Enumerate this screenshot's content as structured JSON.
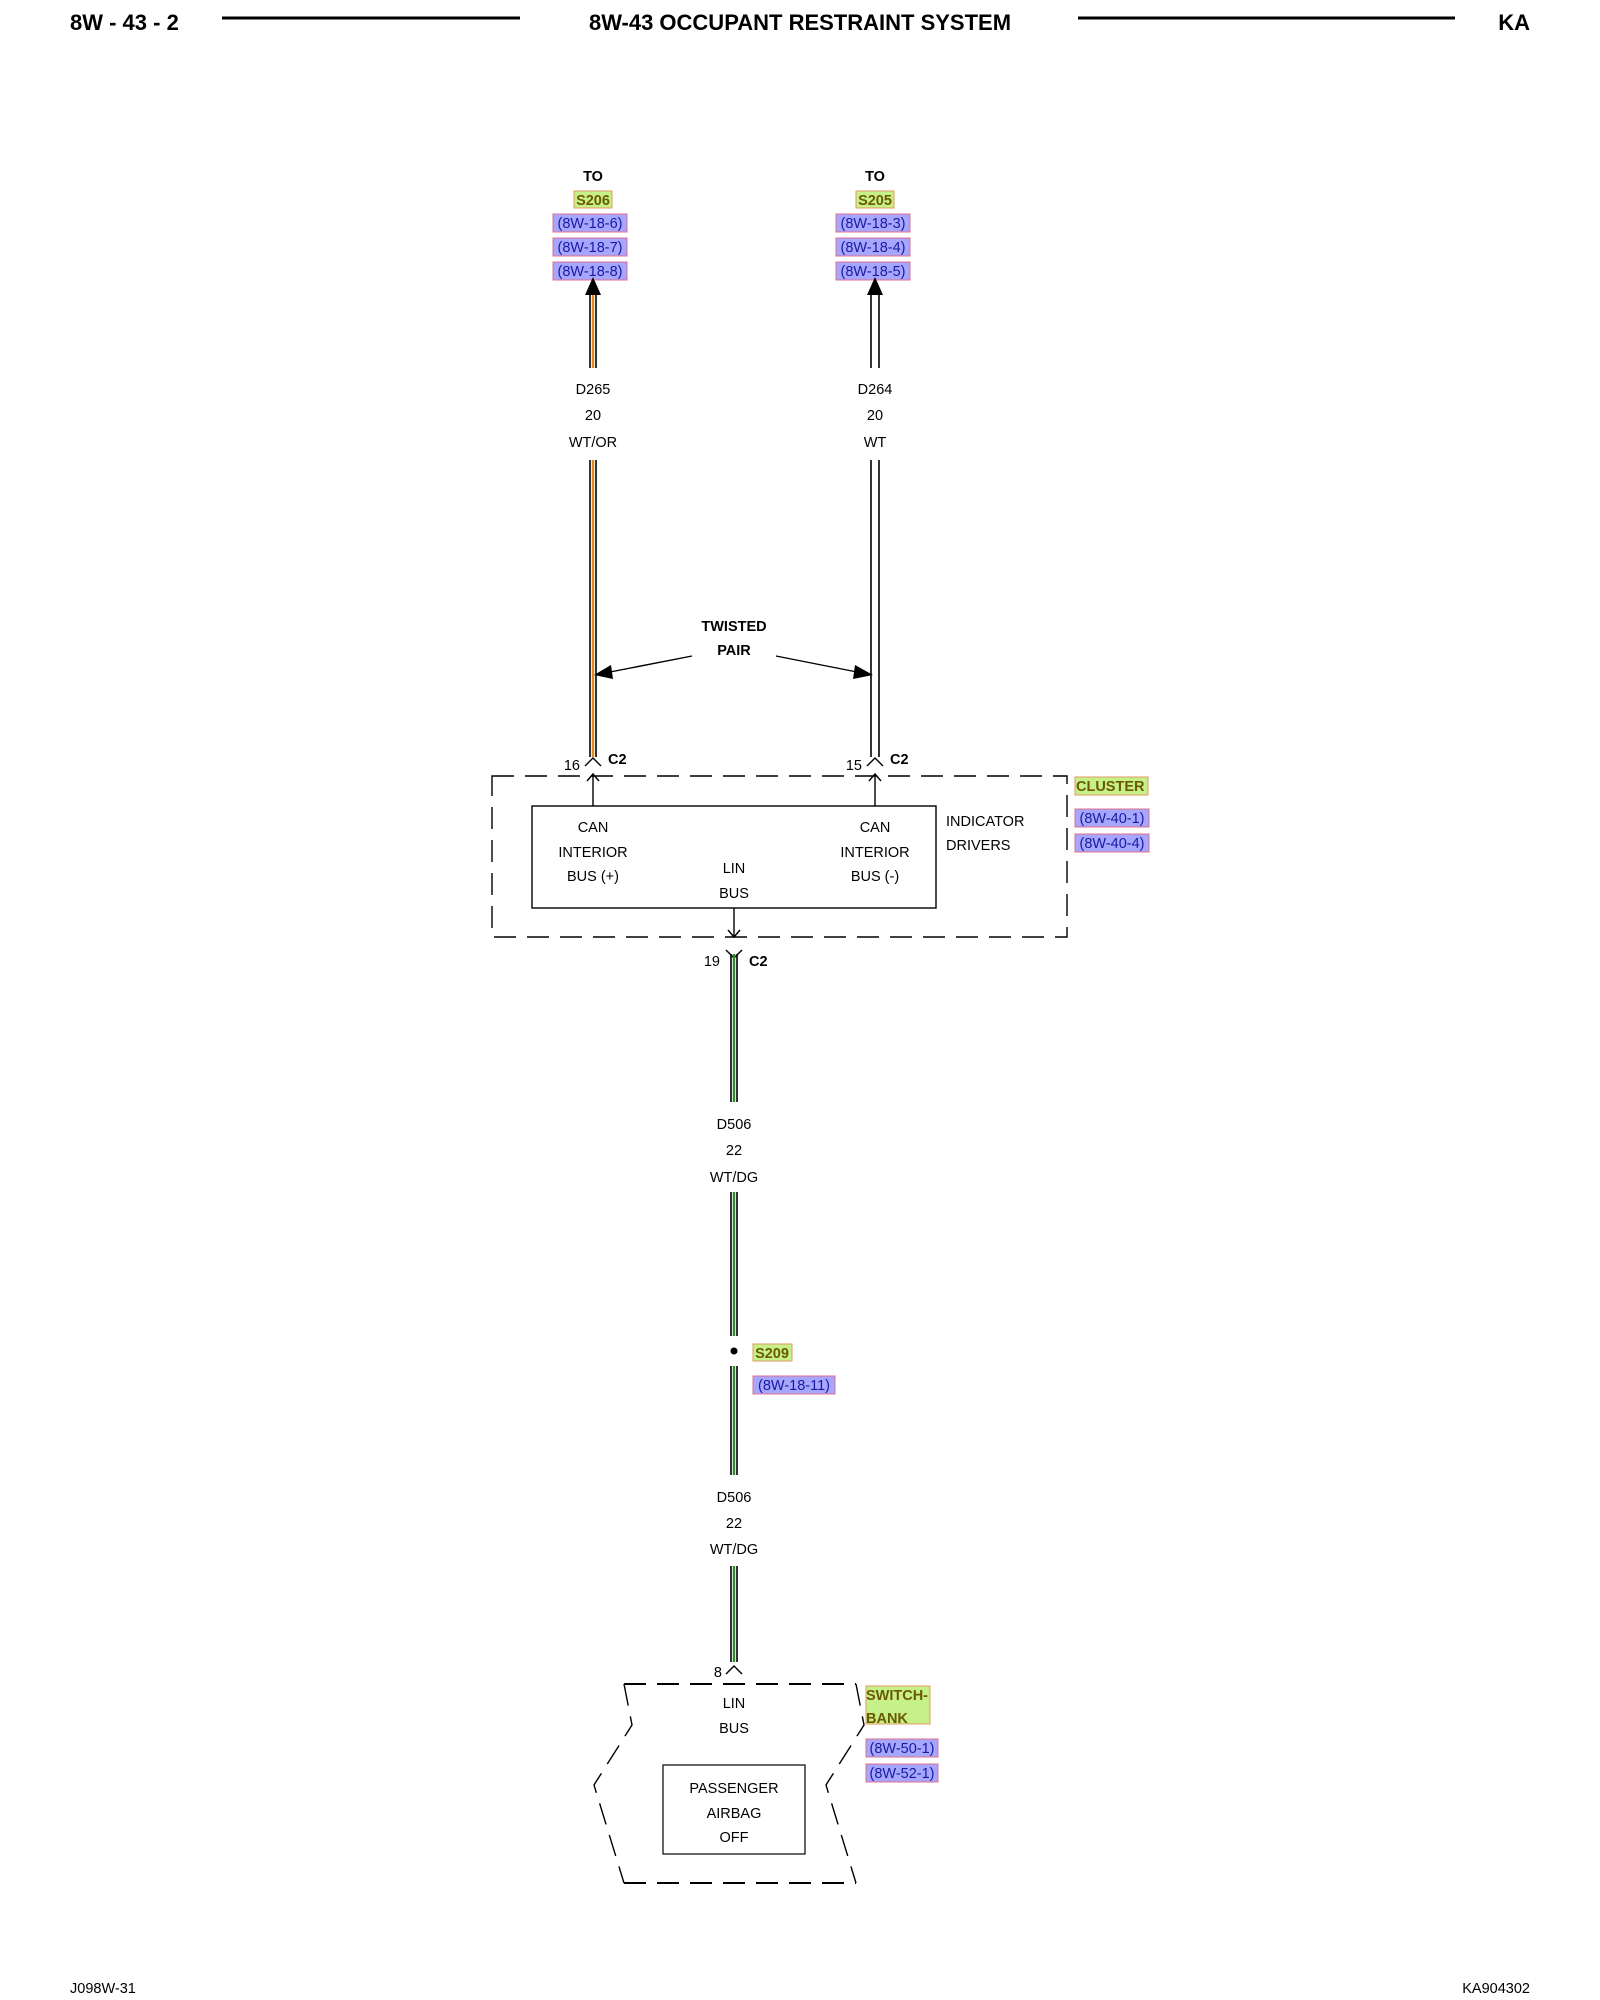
{
  "header": {
    "page_code": "8W - 43 - 2",
    "title": "8W-43 OCCUPANT RESTRAINT SYSTEM",
    "model": "KA"
  },
  "footer": {
    "left": "J098W-31",
    "right": "KA904302"
  },
  "colors": {
    "ref_tag_fill": "#a6a6ff",
    "ref_tag_border": "#e0708a",
    "comp_tag_fill": "#c6f08a",
    "comp_tag_border": "#e09a60",
    "wire_orange": "#e08a1e",
    "wire_green": "#2e8b2e"
  },
  "left_destination": {
    "to": "TO",
    "splice": "S206",
    "refs": [
      "(8W-18-6)",
      "(8W-18-7)",
      "(8W-18-8)"
    ]
  },
  "right_destination": {
    "to": "TO",
    "splice": "S205",
    "refs": [
      "(8W-18-3)",
      "(8W-18-4)",
      "(8W-18-5)"
    ]
  },
  "wire_left": {
    "circuit": "D265",
    "gauge": "20",
    "color": "WT/OR"
  },
  "wire_right": {
    "circuit": "D264",
    "gauge": "20",
    "color": "WT"
  },
  "twisted_pair": {
    "line1": "TWISTED",
    "line2": "PAIR"
  },
  "cluster": {
    "name": "CLUSTER",
    "refs": [
      "(8W-40-1)",
      "(8W-40-4)"
    ],
    "pin_left": "16",
    "pin_right": "15",
    "pin_bottom": "19",
    "connector": "C2",
    "can_plus": [
      "CAN",
      "INTERIOR",
      "BUS (+)"
    ],
    "can_minus": [
      "CAN",
      "INTERIOR",
      "BUS (-)"
    ],
    "lin": [
      "LIN",
      "BUS"
    ],
    "indicator": [
      "INDICATOR",
      "DRIVERS"
    ]
  },
  "wire_lin_upper": {
    "circuit": "D506",
    "gauge": "22",
    "color": "WT/DG"
  },
  "splice_s209": {
    "name": "S209",
    "ref": "(8W-18-11)"
  },
  "wire_lin_lower": {
    "circuit": "D506",
    "gauge": "22",
    "color": "WT/DG"
  },
  "switch_bank": {
    "name_line1": "SWITCH-",
    "name_line2": "BANK",
    "refs": [
      "(8W-50-1)",
      "(8W-52-1)"
    ],
    "pin": "8",
    "lin": [
      "LIN",
      "BUS"
    ],
    "indicator": [
      "PASSENGER",
      "AIRBAG",
      "OFF"
    ]
  }
}
